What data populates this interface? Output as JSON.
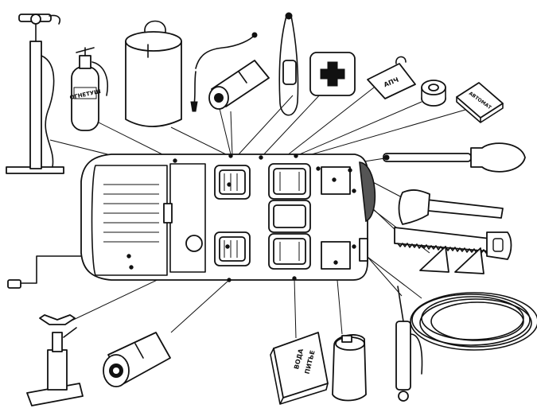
{
  "labels": {
    "fire_extinguisher": "ОГНЕТУШ",
    "first_aid_small": "АПЧ",
    "box_label": "АВТОМАТ",
    "water_box_line1": "ВОДА",
    "water_box_line2": "ПИТЬЕ"
  }
}
